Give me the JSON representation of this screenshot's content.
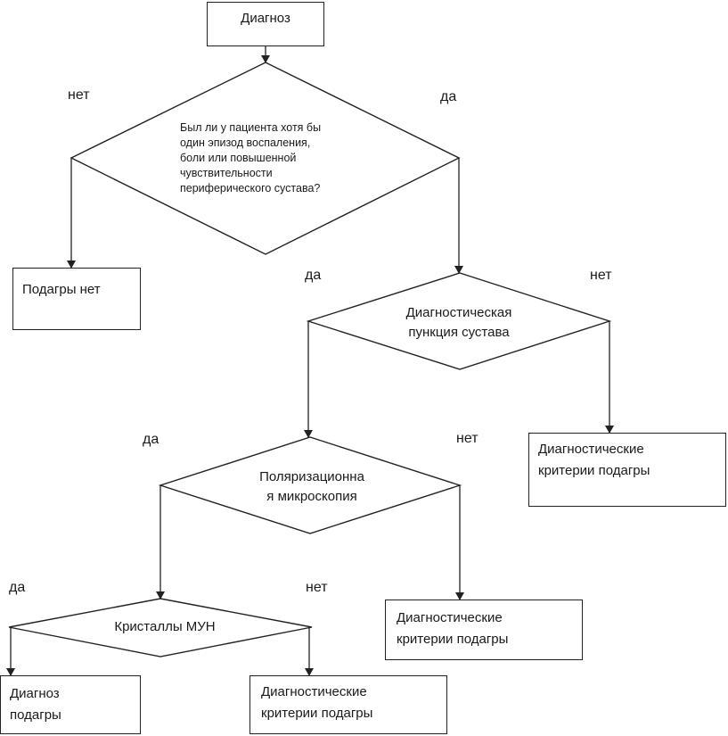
{
  "nodes": {
    "start": "Диагноз",
    "q1": [
      "Был ли у пациента хотя бы",
      "один эпизод воспаления,",
      "боли или повышенной",
      "чувствительности",
      "периферического сустава?"
    ],
    "no_gout": "Подагры нет",
    "q2": [
      "Диагностическая",
      "пункция сустава"
    ],
    "criteria_1": [
      "Диагностические",
      "критерии подагры"
    ],
    "q3": [
      "Поляризационна",
      "я микроскопия"
    ],
    "criteria_2": [
      "Диагностические",
      "критерии подагры"
    ],
    "q4": "Кристаллы МУН",
    "diagnosis_gout": [
      "Диагноз",
      "подагры"
    ],
    "criteria_3": [
      "Диагностические",
      "критерии подагры"
    ]
  },
  "edge_labels": {
    "q1_no": "нет",
    "q1_yes": "да",
    "q2_yes": "да",
    "q2_no": "нет",
    "q3_yes": "да",
    "q3_no": "нет",
    "q4_yes": "да",
    "q4_no": "нет"
  },
  "colors": {
    "stroke": "#222222",
    "text": "#1a1a1a",
    "background": "#ffffff"
  }
}
